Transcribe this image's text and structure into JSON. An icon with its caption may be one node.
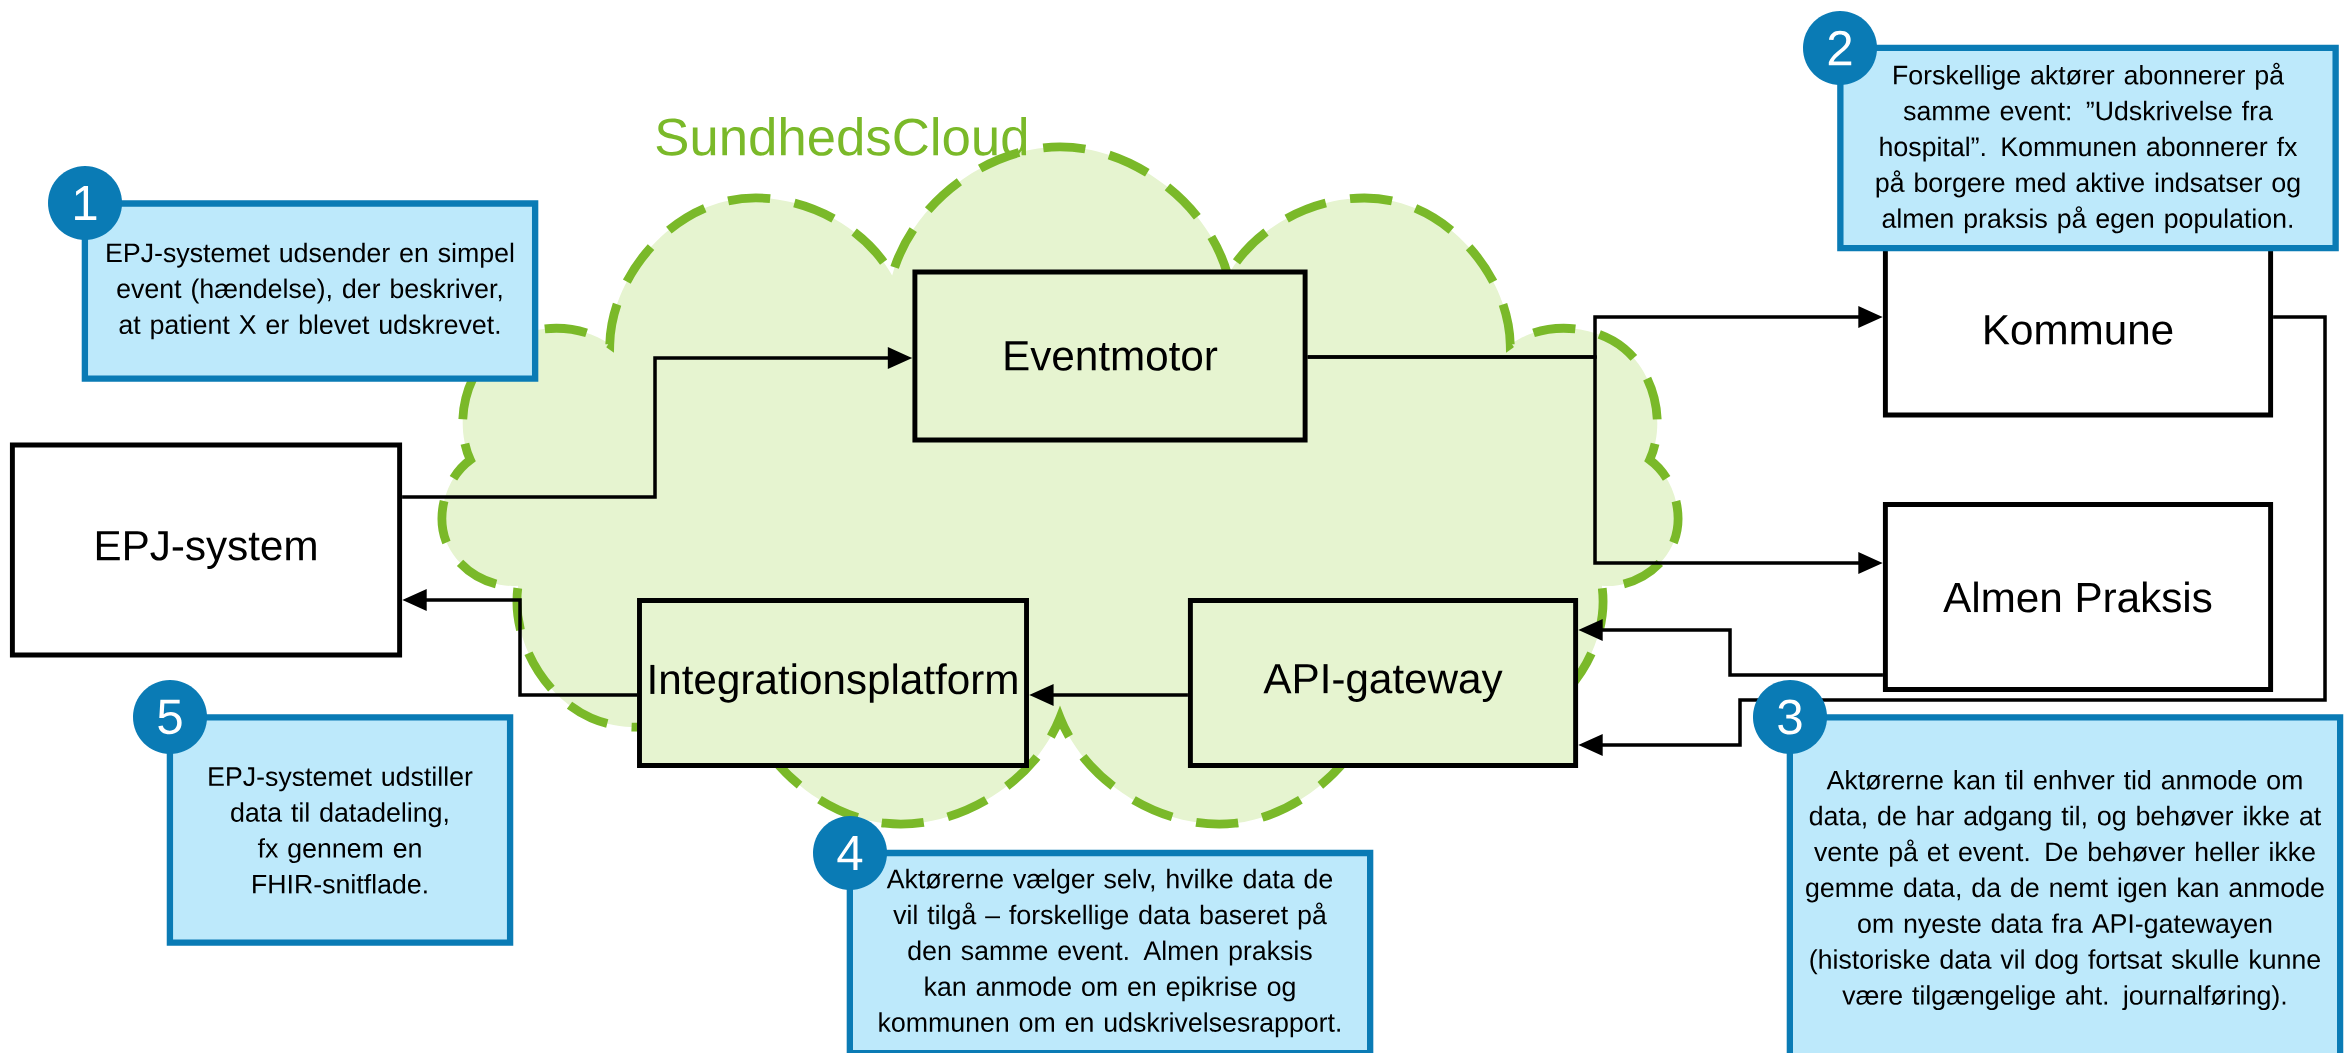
{
  "diagram": {
    "nodes": [
      {
        "text": [
          "SundhedsCloud"
        ]
      },
      {
        "text": [
          "1",
          "EPJ-systemet udsender en simpel event (hændelse), der beskriver, at patient X er blevet udskrevet."
        ]
      },
      {
        "text": [
          "Eventmotor"
        ],
        "in": 0
      },
      {
        "text": [
          "2",
          "Forskellige aktører abonnerer på samme event: ”Udskrivelse fra hospital”. Kommunen abonnerer fx på borgere med aktive indsatser og almen praksis på egen population."
        ]
      },
      {
        "text": [
          "Kommune"
        ]
      },
      {
        "text": [
          "EPJ-system"
        ]
      },
      {
        "text": [
          "Almen Praksis"
        ]
      },
      {
        "text": [
          "Integrationsplatform"
        ],
        "in": 0
      },
      {
        "text": [
          "API-gateway"
        ],
        "in": 0
      },
      {
        "text": [
          "3",
          "Aktørerne kan til enhver tid anmode om data, de har adgang til, og behøver ikke at vente på et event. De behøver heller ikke gemme data, da de nemt igen kan anmode om nyeste data fra API-gatewayen (historiske data vil dog fortsat skulle kunne være tilgængelige aht. journalføring)."
        ]
      },
      {
        "text": [
          "5",
          "EPJ-systemet udstiller data til datadeling, fx gennem en FHIR-snitflade."
        ]
      },
      {
        "text": [
          "4",
          "Aktørerne vælger selv, hvilke data de vil tilgå – forskellige data baseret på den samme event. Almen praksis kan anmode om en epikrise og kommunen om en udskrivelsesrapport."
        ]
      }
    ],
    "edges": [
      {
        "from": 5,
        "to": 2,
        "arrow": "to"
      },
      {
        "from": 2,
        "to": 4,
        "arrow": "to"
      },
      {
        "from": 2,
        "to": 6,
        "arrow": "to"
      },
      {
        "from": 6,
        "to": 8,
        "arrow": "to"
      },
      {
        "from": 4,
        "to": 8,
        "arrow": "to"
      },
      {
        "from": 8,
        "to": 7,
        "arrow": "to"
      },
      {
        "from": 7,
        "to": 5,
        "arrow": "to"
      }
    ]
  }
}
